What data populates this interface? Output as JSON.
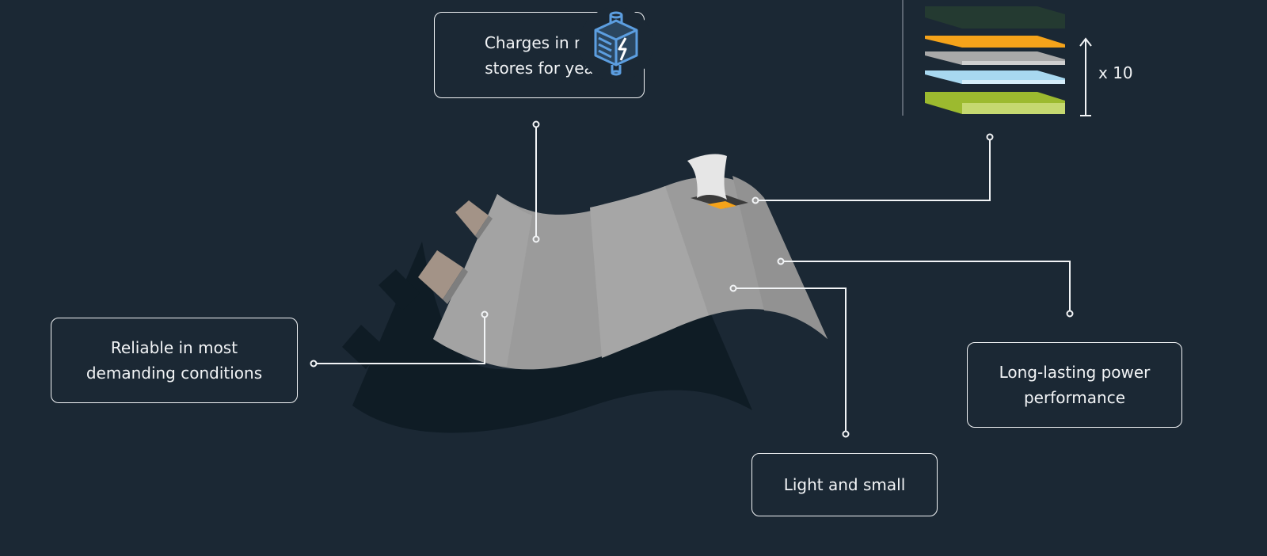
{
  "callouts": {
    "charges": {
      "line1": "Charges in mi",
      "line2": "stores for yea"
    },
    "reliable": {
      "line1": "Reliable in most",
      "line2": "demanding conditions"
    },
    "long_lasting": {
      "line1": "Long-lasting power",
      "line2": "performance"
    },
    "light": {
      "line1": "Light and small"
    }
  },
  "layers": {
    "count_label": "x 10"
  },
  "colors": {
    "background": "#1b2834",
    "line": "#f2f4f6",
    "sheet": "#9b9b9b",
    "layer_orange": "#f5a31a",
    "layer_gray": "#a9a9a9",
    "layer_blue": "#a8d8f0",
    "layer_green": "#9cba2f",
    "icon_blue": "#5c9ee0"
  },
  "icons": [
    "battery-charge-icon"
  ]
}
